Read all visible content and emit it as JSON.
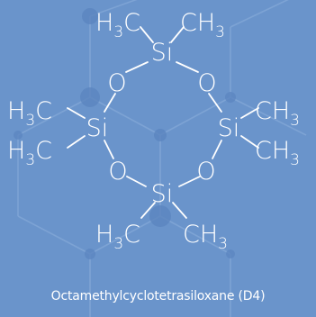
{
  "molecule": {
    "name": "Octamethylcyclotetrasiloxane (D4)",
    "atoms": {
      "silicon": "Si",
      "oxygen": "O",
      "carbon": "C",
      "hydrogen": "H",
      "hydrogen_count": "3"
    }
  },
  "colors": {
    "background": "#6a94cb",
    "network_line": "#8eb0dc",
    "network_node": "#5c86c0",
    "foreground": "#ffffff"
  }
}
